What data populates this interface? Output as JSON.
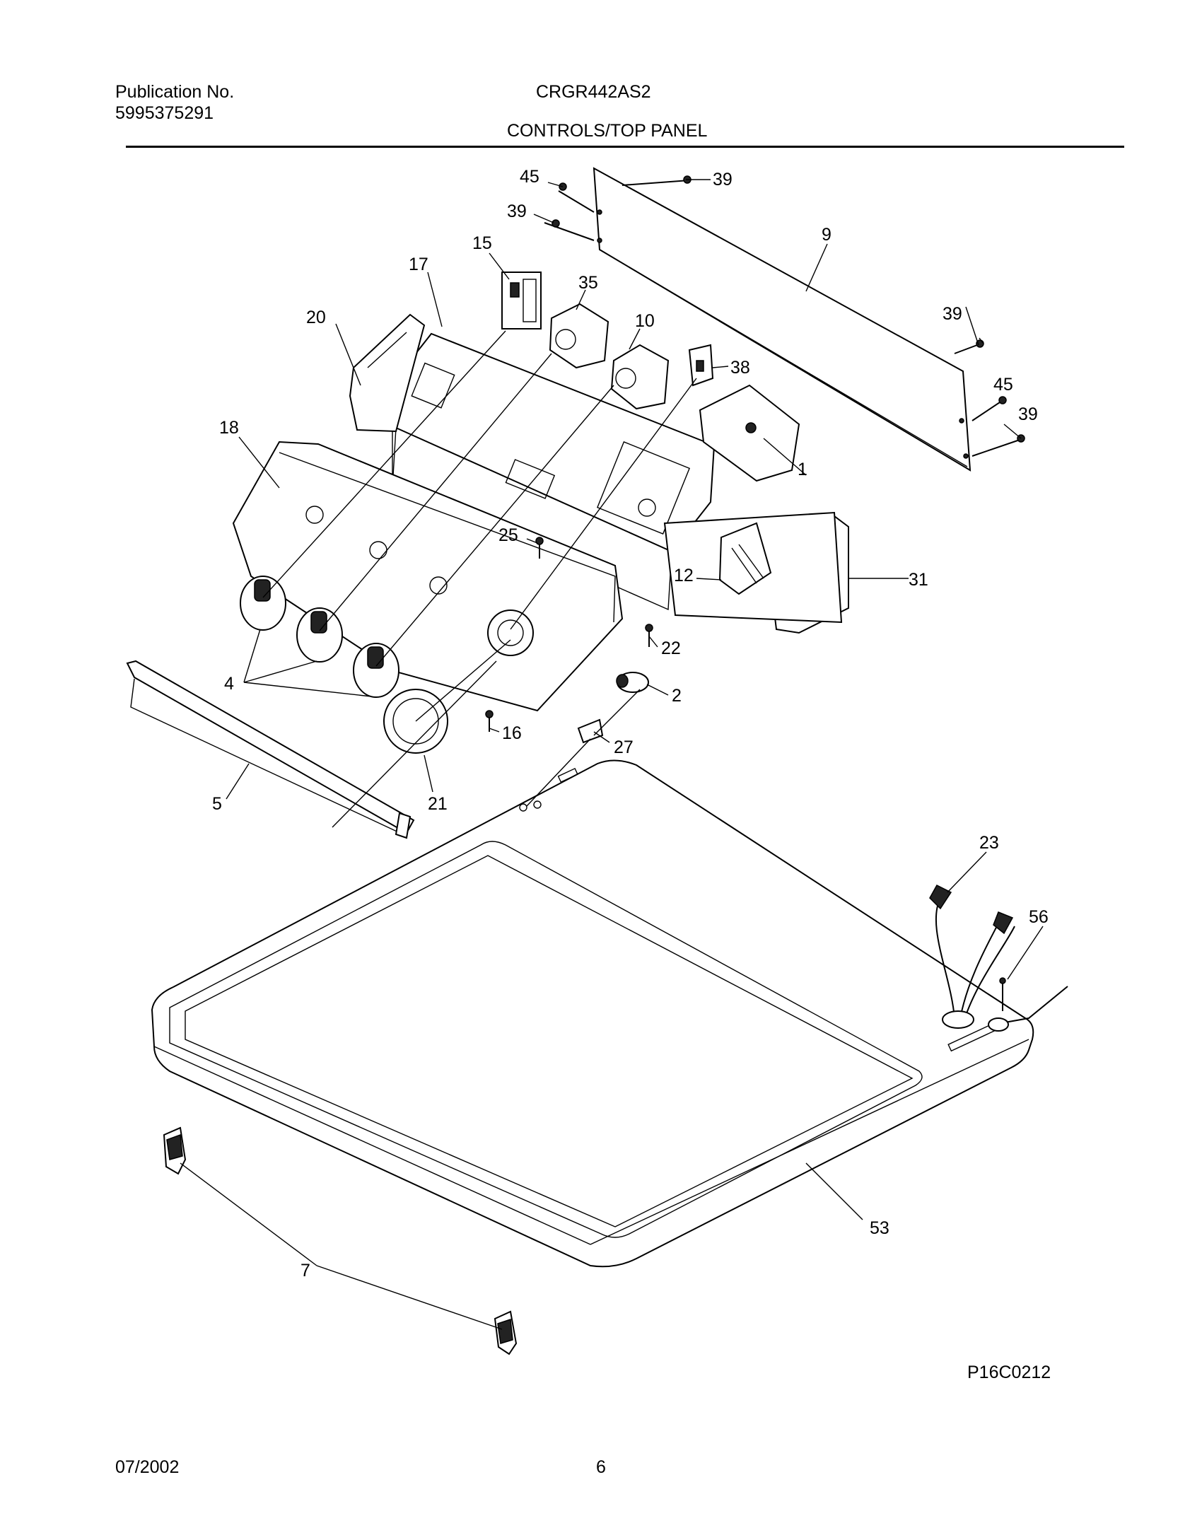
{
  "header": {
    "publication_label": "Publication No.",
    "publication_number": "5995375291",
    "model": "CRGR442AS2",
    "section_title": "CONTROLS/TOP PANEL"
  },
  "diagram_code": "P16C0212",
  "footer": {
    "date": "07/2002",
    "page_number": "6"
  },
  "callouts": [
    "45",
    "39",
    "39",
    "9",
    "15",
    "17",
    "35",
    "10",
    "20",
    "38",
    "39",
    "45",
    "39",
    "18",
    "1",
    "25",
    "12",
    "31",
    "22",
    "4",
    "2",
    "16",
    "27",
    "5",
    "21",
    "23",
    "56",
    "53",
    "7"
  ]
}
